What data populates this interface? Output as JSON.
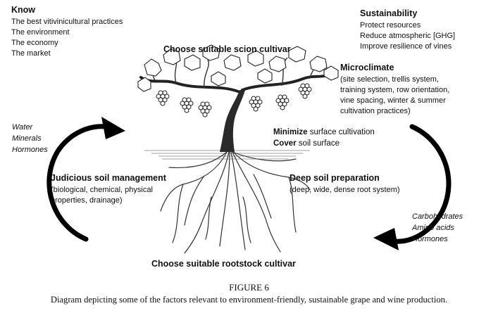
{
  "know": {
    "title": "Know",
    "items": [
      "The best vitivinicultural practices",
      "The environment",
      "The economy",
      "The market"
    ]
  },
  "sustainability": {
    "title": "Sustainability",
    "items": [
      "Protect resources",
      "Reduce atmospheric [GHG]",
      "Improve resilience of vines"
    ]
  },
  "scion": "Choose suitable scion cultivar",
  "microclimate": {
    "title": "Microclimate",
    "lines": [
      "(site selection, trellis system,",
      "training system, row orientation,",
      "vine spacing, winter & summer",
      "cultivation practices)"
    ]
  },
  "left_inputs": [
    "Water",
    "Minerals",
    "Hormones"
  ],
  "minimize": {
    "bold": "Minimize",
    "rest": " surface cultivation"
  },
  "cover": {
    "bold": "Cover",
    "rest": " soil surface"
  },
  "judicious": {
    "title": "Judicious soil management",
    "lines": [
      "(biological, chemical, physical",
      "properties, drainage)"
    ]
  },
  "deep": {
    "title": "Deep soil preparation",
    "line": "(deep, wide, dense root system)"
  },
  "right_outputs": [
    "Carbohydrates",
    "Amino acids",
    "Hormones"
  ],
  "rootstock": "Choose suitable rootstock cultivar",
  "figure_label": "FIGURE 6",
  "caption": "Diagram depicting some of the factors relevant to environment-friendly, sustainable grape and wine production."
}
